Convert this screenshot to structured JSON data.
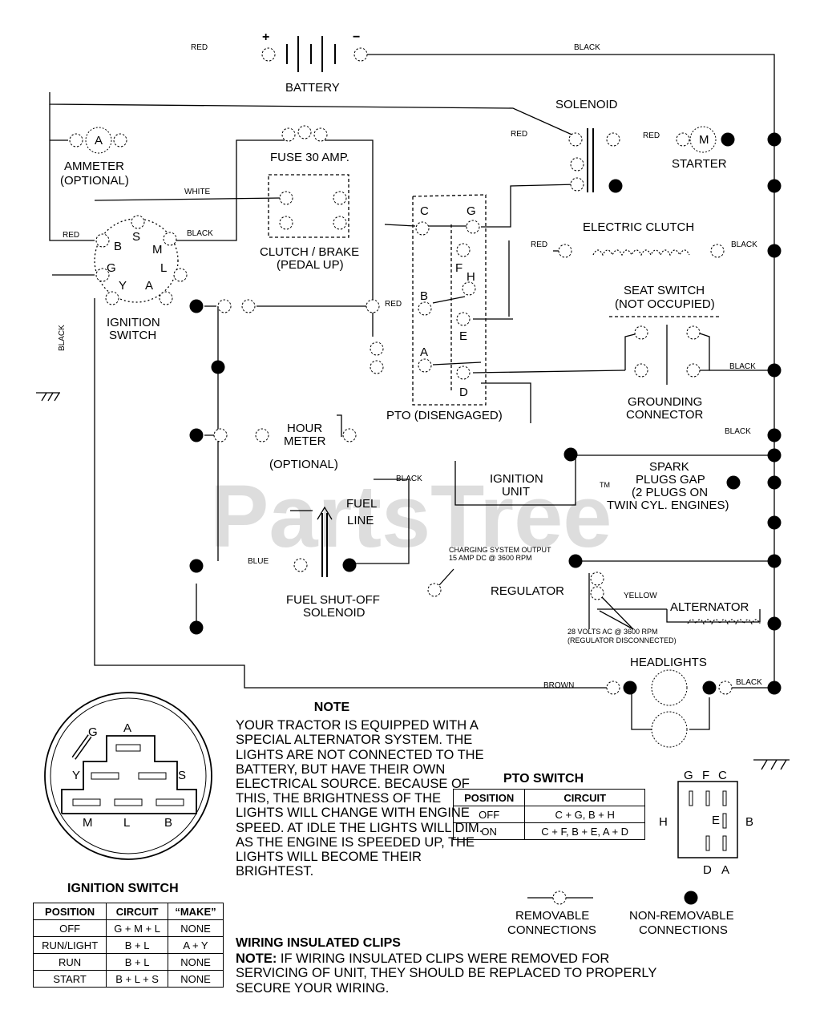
{
  "labels": {
    "battery": "BATTERY",
    "plus": "+",
    "minus": "−",
    "solenoid": "SOLENOID",
    "starter": "STARTER",
    "starter_m": "M",
    "ammeter": "AMMETER",
    "ammeter_opt": "(OPTIONAL)",
    "ammeter_a": "A",
    "fuse": "FUSE 30 AMP.",
    "clutch_brake": "CLUTCH / BRAKE",
    "pedal_up": "(PEDAL UP)",
    "electric_clutch": "ELECTRIC CLUTCH",
    "seat_switch": "SEAT SWITCH",
    "not_occupied": "(NOT OCCUPIED)",
    "grounding": "GROUNDING",
    "connector": "CONNECTOR",
    "ignition_switch1": "IGNITION",
    "ignition_switch2": "SWITCH",
    "pto_disengaged": "PTO (DISENGAGED)",
    "hour_meter1": "HOUR",
    "hour_meter2": "METER",
    "hour_opt": "(OPTIONAL)",
    "ignition_unit1": "IGNITION",
    "ignition_unit2": "UNIT",
    "spark1": "SPARK",
    "spark2": "PLUGS GAP",
    "spark3": "(2 PLUGS ON",
    "spark4": "TWIN CYL. ENGINES)",
    "fuel_line1": "FUEL",
    "fuel_line2": "LINE",
    "charging1": "CHARGING SYSTEM OUTPUT",
    "charging2": "15 AMP DC @ 3600 RPM",
    "regulator": "REGULATOR",
    "alternator": "ALTERNATOR",
    "alt_volts1": "28 VOLTS AC @ 3600 RPM",
    "alt_volts2": "(REGULATOR DISCONNECTED)",
    "fuel_shutoff1": "FUEL SHUT-OFF",
    "fuel_shutoff2": "SOLENOID",
    "headlights": "HEADLIGHTS",
    "removable1": "REMOVABLE",
    "removable2": "CONNECTIONS",
    "nonremovable1": "NON-REMOVABLE",
    "nonremovable2": "CONNECTIONS",
    "watermark": "PartsTree",
    "tm": "TM"
  },
  "wires": {
    "red": "RED",
    "black": "BLACK",
    "white": "WHITE",
    "blue": "BLUE",
    "yellow": "YELLOW",
    "brown": "BROWN"
  },
  "ign_terminals": {
    "b": "B",
    "s": "S",
    "m": "M",
    "g": "G",
    "l": "L",
    "y": "Y",
    "a": "A"
  },
  "pto_terminals": {
    "c": "C",
    "g": "G",
    "f": "F",
    "h": "H",
    "b": "B",
    "e": "E",
    "a": "A",
    "d": "D"
  },
  "note": {
    "title": "NOTE",
    "text": "YOUR TRACTOR IS EQUIPPED WITH A SPECIAL ALTERNATOR SYSTEM. THE LIGHTS ARE NOT CONNECTED TO THE BATTERY, BUT HAVE THEIR OWN ELECTRICAL SOURCE. BECAUSE OF THIS, THE BRIGHTNESS OF THE LIGHTS WILL CHANGE WITH ENGINE SPEED.  AT IDLE THE LIGHTS WILL DIM.  AS THE ENGINE IS SPEEDED UP, THE LIGHTS WILL BECOME THEIR BRIGHTEST."
  },
  "clips": {
    "title": "WIRING INSULATED CLIPS",
    "note_label": "NOTE:",
    "text": " IF WIRING INSULATED CLIPS WERE REMOVED FOR SERVICING OF UNIT, THEY SHOULD BE REPLACED TO PROPERLY SECURE YOUR WIRING."
  },
  "ignition_table": {
    "title": "IGNITION SWITCH",
    "headers": [
      "POSITION",
      "CIRCUIT",
      "“MAKE”"
    ],
    "rows": [
      [
        "OFF",
        "G + M + L",
        "NONE"
      ],
      [
        "RUN/LIGHT",
        "B + L",
        "A + Y"
      ],
      [
        "RUN",
        "B + L",
        "NONE"
      ],
      [
        "START",
        "B + L + S",
        "NONE"
      ]
    ]
  },
  "pto_table": {
    "title": "PTO SWITCH",
    "headers": [
      "POSITION",
      "CIRCUIT"
    ],
    "rows": [
      [
        "OFF",
        "C + G, B + H"
      ],
      [
        "ON",
        "C + F, B + E, A + D"
      ]
    ]
  },
  "ign_face": {
    "g": "G",
    "a": "A",
    "y": "Y",
    "s": "S",
    "m": "M",
    "l": "L",
    "b": "B"
  },
  "pto_face": {
    "g": "G",
    "f": "F",
    "c": "C",
    "h": "H",
    "e": "E",
    "b": "B",
    "d": "D",
    "a": "A"
  }
}
